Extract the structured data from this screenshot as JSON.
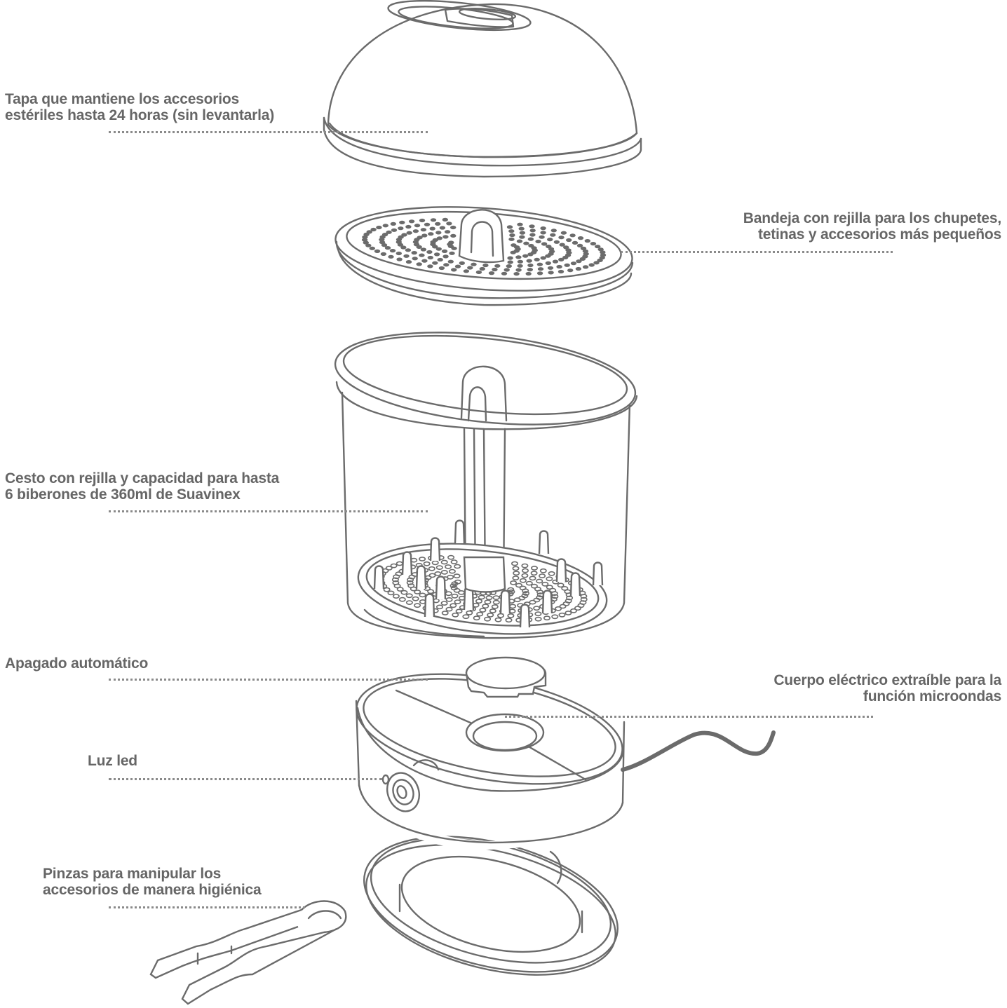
{
  "title": "Esterilizador Suavinex – partes",
  "colors": {
    "line": "#6b6b6b",
    "text": "#666666",
    "background": "#ffffff"
  },
  "callouts": [
    {
      "id": "lid",
      "lines": [
        "Tapa que mantiene los accesorios",
        "estériles hasta 24 horas (sin levantarla)"
      ],
      "align": "left"
    },
    {
      "id": "tray",
      "lines": [
        "Bandeja con rejilla para los chupetes,",
        "tetinas y accesorios más pequeños"
      ],
      "align": "right"
    },
    {
      "id": "basket",
      "lines": [
        "Cesto con rejilla y capacidad para hasta",
        "6 biberones de 360ml de Suavinex"
      ],
      "align": "left"
    },
    {
      "id": "auto-off",
      "lines": [
        "Apagado automático"
      ],
      "align": "left"
    },
    {
      "id": "body",
      "lines": [
        "Cuerpo eléctrico extraíble para la",
        "función microondas"
      ],
      "align": "right"
    },
    {
      "id": "led",
      "lines": [
        "Luz led"
      ],
      "align": "left"
    },
    {
      "id": "tongs",
      "lines": [
        "Pinzas para manipular los",
        "accesorios de manera higiénica"
      ],
      "align": "left"
    }
  ],
  "parts": [
    "lid",
    "small-accessories-tray",
    "bottle-basket",
    "electric-base",
    "base-tray",
    "tongs",
    "power-cord"
  ]
}
